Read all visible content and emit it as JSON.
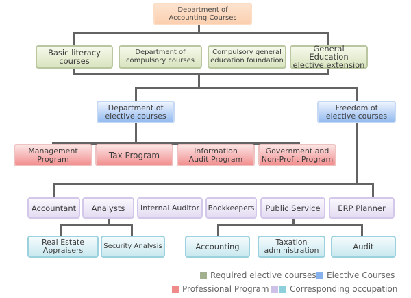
{
  "root": {
    "label": "Department of Accounting Courses"
  },
  "required_courses": [
    {
      "label": "Basic literacy courses"
    },
    {
      "label": "Department of compulsory courses"
    },
    {
      "label": "Compulsory general education foundation"
    },
    {
      "label": "General Education elective extension"
    }
  ],
  "elective_courses": [
    {
      "label": "Department of elective courses"
    },
    {
      "label": "Freedom of elective courses"
    }
  ],
  "programs": [
    {
      "label": "Management Program"
    },
    {
      "label": "Tax Program"
    },
    {
      "label": "Information Audit Program"
    },
    {
      "label": "Government and Non-Profit Program"
    }
  ],
  "occupations": [
    {
      "label": "Accountant"
    },
    {
      "label": "Analysts"
    },
    {
      "label": "Internal Auditor"
    },
    {
      "label": "Bookkeepers"
    },
    {
      "label": "Public Service"
    },
    {
      "label": "ERP Planner"
    }
  ],
  "analyst_occupations": [
    {
      "label": "Real Estate Appraisers"
    },
    {
      "label": "Security Analysis"
    }
  ],
  "public_service_occupations": [
    {
      "label": "Accounting"
    },
    {
      "label": "Taxation administration"
    },
    {
      "label": "Audit"
    }
  ],
  "legend": {
    "required": {
      "label": "Required elective courses",
      "color": "#a3b08f"
    },
    "elective": {
      "label": "Elective Courses",
      "color": "#86b1ec"
    },
    "professional": {
      "label": "Professional Program",
      "color": "#ef8b8b"
    },
    "occupation": {
      "label": "Corresponding occupation",
      "color": "#cdc1e7",
      "color2": "#8ecfdc"
    }
  }
}
